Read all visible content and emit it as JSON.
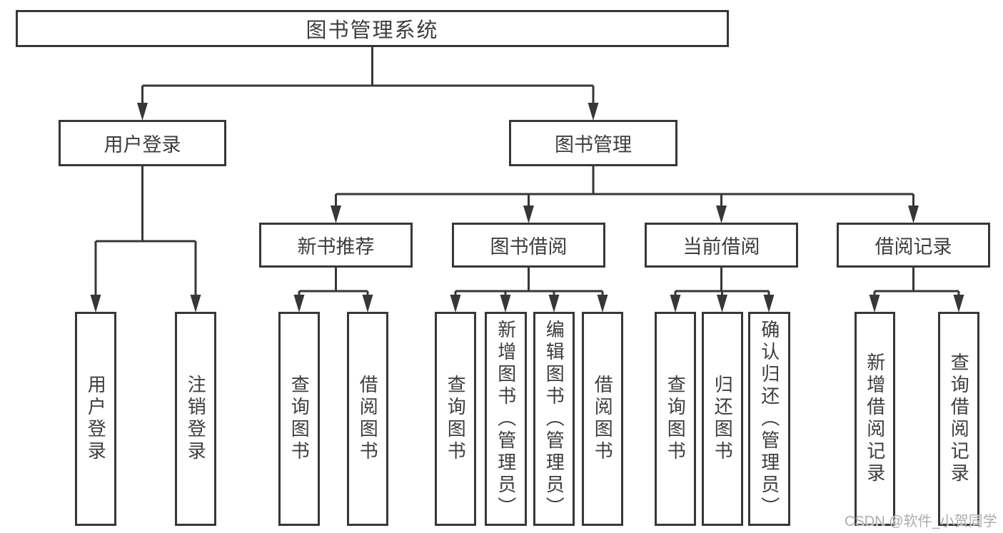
{
  "root": {
    "label": "图书管理系统"
  },
  "branches": {
    "user_login": {
      "label": "用户登录",
      "children": [
        {
          "label": "用户登录"
        },
        {
          "label": "注销登录"
        }
      ]
    },
    "book_management": {
      "label": "图书管理",
      "children": [
        {
          "label": "新书推荐",
          "children": [
            {
              "label": "查询图书"
            },
            {
              "label": "借阅图书"
            }
          ]
        },
        {
          "label": "图书借阅",
          "children": [
            {
              "label": "查询图书"
            },
            {
              "label": "新增图书（管理员）"
            },
            {
              "label": "编辑图书（管理员）"
            },
            {
              "label": "借阅图书"
            }
          ]
        },
        {
          "label": "当前借阅",
          "children": [
            {
              "label": "查询图书"
            },
            {
              "label": "归还图书"
            },
            {
              "label": "确认归还（管理员）"
            }
          ]
        },
        {
          "label": "借阅记录",
          "children": [
            {
              "label": "新增借阅记录"
            },
            {
              "label": "查询借阅记录"
            }
          ]
        }
      ]
    }
  },
  "watermark": {
    "text": "CSDN @软件_小贺同学"
  },
  "colors": {
    "line": "#373737",
    "text": "#3d3d3d",
    "watermark": "#acacac",
    "background": "#ffffff"
  }
}
